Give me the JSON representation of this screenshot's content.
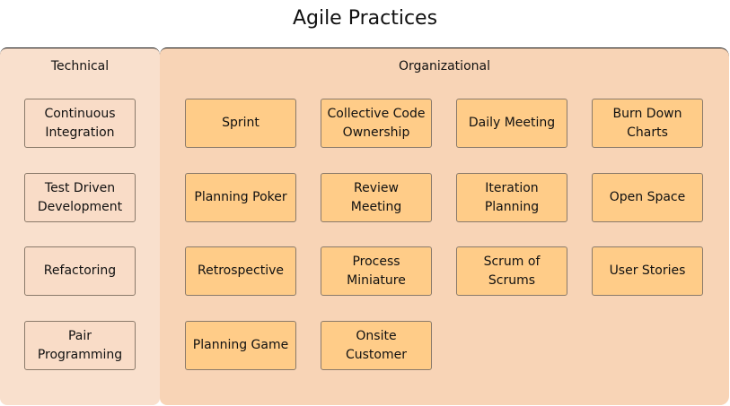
{
  "title": "Agile Practices",
  "colors": {
    "technical_panel": "#f9e0cd",
    "organizational_panel": "#f8d4b6",
    "practice_box": "#ffcc88",
    "technical_box": "#f9dcc7"
  },
  "technical": {
    "label": "Technical",
    "items": [
      "Continuous\nIntegration",
      "Test Driven\nDevelopment",
      "Refactoring",
      "Pair\nProgramming"
    ]
  },
  "organizational": {
    "label": "Organizational",
    "items": [
      "Sprint",
      "Collective Code\nOwnership",
      "Daily Meeting",
      "Burn Down\nCharts",
      "Planning Poker",
      "Review\nMeeting",
      "Iteration\nPlanning",
      "Open Space",
      "Retrospective",
      "Process\nMiniature",
      "Scrum of\nScrums",
      "User Stories",
      "Planning Game",
      "Onsite\nCustomer"
    ]
  }
}
